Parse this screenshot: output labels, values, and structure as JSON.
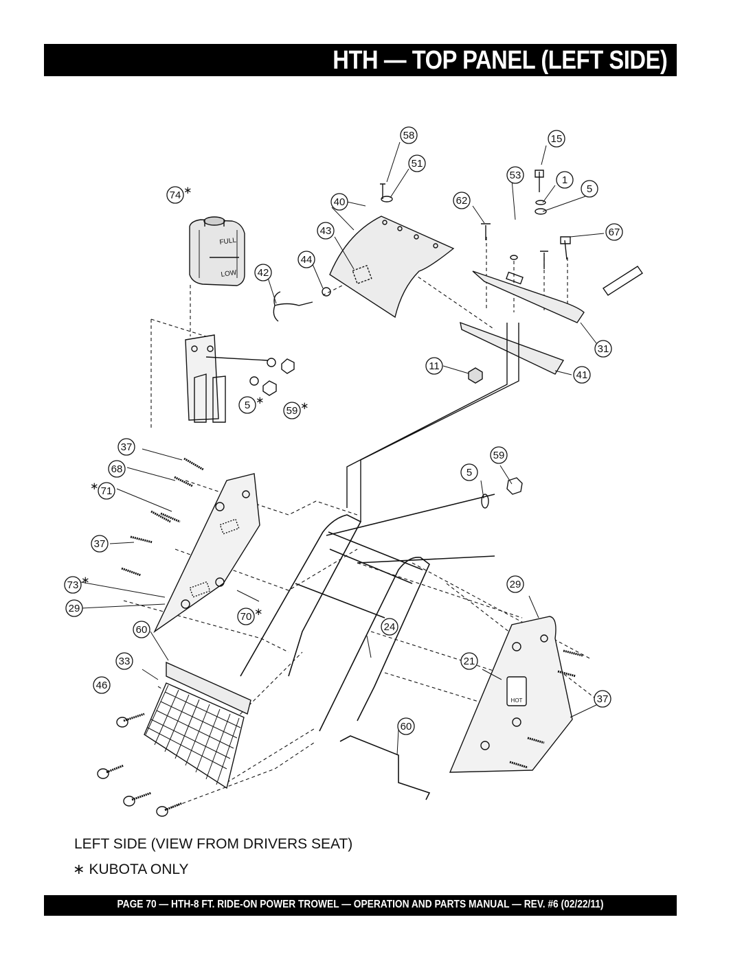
{
  "header": {
    "title": "HTH — TOP PANEL (LEFT SIDE)"
  },
  "diagram": {
    "caption": "LEFT SIDE (VIEW FROM DRIVERS SEAT)",
    "note_symbol": "∗",
    "note_text": "KUBOTA ONLY",
    "tank_labels": {
      "full": "FULL",
      "low": "LOW"
    },
    "warning_label": "HOT",
    "callouts": [
      {
        "id": "c58",
        "label": "58"
      },
      {
        "id": "c15",
        "label": "15"
      },
      {
        "id": "c51",
        "label": "51"
      },
      {
        "id": "c53",
        "label": "53"
      },
      {
        "id": "c1",
        "label": "1"
      },
      {
        "id": "c74",
        "label": "74",
        "kubota": true
      },
      {
        "id": "c40",
        "label": "40"
      },
      {
        "id": "c62",
        "label": "62"
      },
      {
        "id": "c5a",
        "label": "5"
      },
      {
        "id": "c43",
        "label": "43"
      },
      {
        "id": "c67",
        "label": "67"
      },
      {
        "id": "c44",
        "label": "44"
      },
      {
        "id": "c42",
        "label": "42"
      },
      {
        "id": "c31",
        "label": "31"
      },
      {
        "id": "c11",
        "label": "11"
      },
      {
        "id": "c41",
        "label": "41"
      },
      {
        "id": "c5b",
        "label": "5",
        "kubota": true
      },
      {
        "id": "c59a",
        "label": "59",
        "kubota": true
      },
      {
        "id": "c37a",
        "label": "37"
      },
      {
        "id": "c59b",
        "label": "59"
      },
      {
        "id": "c68",
        "label": "68"
      },
      {
        "id": "c5c",
        "label": "5"
      },
      {
        "id": "c71",
        "label": "71",
        "kubota": true
      },
      {
        "id": "c37b",
        "label": "37"
      },
      {
        "id": "c73",
        "label": "73",
        "kubota": true
      },
      {
        "id": "c29a",
        "label": "29"
      },
      {
        "id": "c70",
        "label": "70",
        "kubota": true
      },
      {
        "id": "c29b",
        "label": "29"
      },
      {
        "id": "c60a",
        "label": "60"
      },
      {
        "id": "c24",
        "label": "24"
      },
      {
        "id": "c33",
        "label": "33"
      },
      {
        "id": "c21",
        "label": "21"
      },
      {
        "id": "c46",
        "label": "46"
      },
      {
        "id": "c37c",
        "label": "37"
      },
      {
        "id": "c60b",
        "label": "60"
      }
    ]
  },
  "footer": {
    "text": "PAGE 70 — HTH-8 FT.  RIDE-ON POWER TROWEL — OPERATION AND PARTS MANUAL — REV. #6 (02/22/11)"
  }
}
